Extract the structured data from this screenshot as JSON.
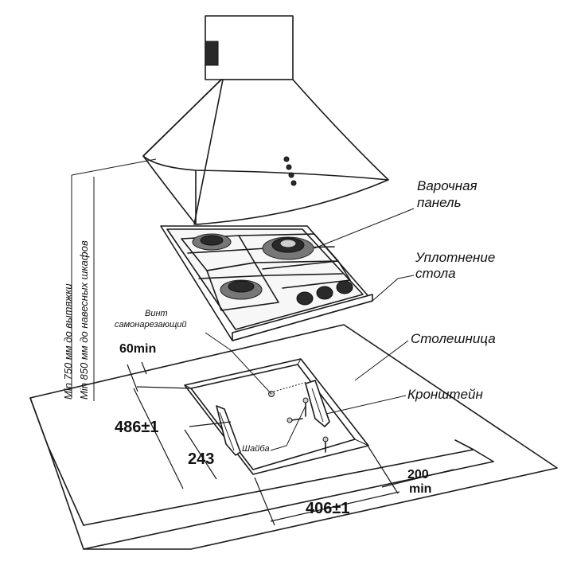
{
  "labels": {
    "hob": [
      "Варочная",
      "панель"
    ],
    "countertop_seal": [
      "Уплотнение",
      "стола"
    ],
    "countertop": "Столешница",
    "bracket": "Кронштейн",
    "screw": [
      "Винт",
      "самонарезающий"
    ],
    "washer": "Шайба"
  },
  "clearances": {
    "to_hood": "Min 750 мм до вытяжки",
    "to_cabinets": "Min 850 мм до навесных шкафов"
  },
  "dimensions": {
    "back_edge": "60min",
    "cutout_depth": "486±1",
    "bracket_offset": "243",
    "cutout_width": "406±1",
    "side_edge_value": "200",
    "side_edge_suffix": "min"
  }
}
